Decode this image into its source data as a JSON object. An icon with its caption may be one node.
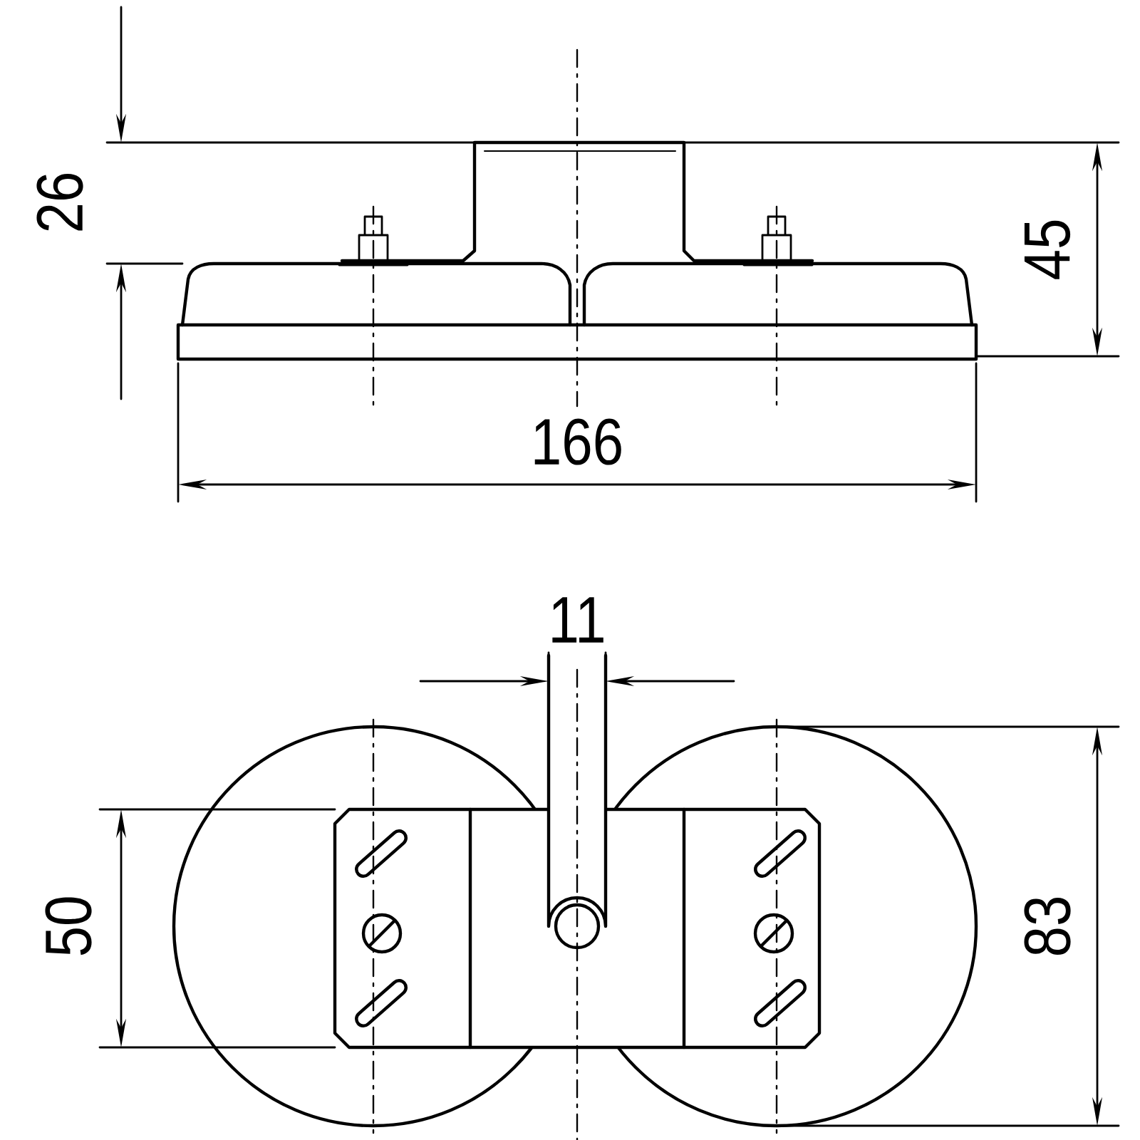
{
  "diagram": {
    "labels": [
      "26",
      "45",
      "166",
      "11",
      "50",
      "83"
    ]
  }
}
